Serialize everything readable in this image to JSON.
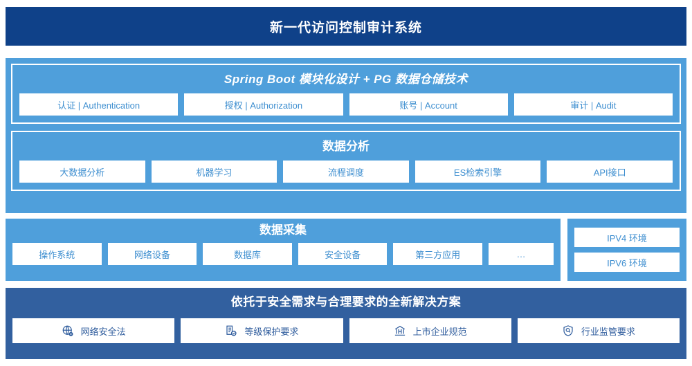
{
  "header": {
    "title": "新一代访问控制审计系统",
    "background": "#0f4189"
  },
  "colors": {
    "panel_blue": "#4f9fdb",
    "solution_blue": "#32609f",
    "chip_text": "#3f8fd0",
    "solution_chip_text": "#2d5b9c",
    "chip_background": "#ffffff"
  },
  "application_layer": {
    "groups": [
      {
        "title": "Spring Boot 模块化设计 + PG 数据仓储技术",
        "style": "bold-italic",
        "items": [
          {
            "label": "认证 | Authentication"
          },
          {
            "label": "授权 | Authorization"
          },
          {
            "label": "账号 | Account"
          },
          {
            "label": "审计 | Audit"
          }
        ]
      },
      {
        "title": "数据分析",
        "style": "bold",
        "items": [
          {
            "label": "大数据分析"
          },
          {
            "label": "机器学习"
          },
          {
            "label": "流程调度"
          },
          {
            "label": "ES检索引擎"
          },
          {
            "label": "API接口"
          }
        ]
      }
    ]
  },
  "collection_layer": {
    "title": "数据采集",
    "items": [
      {
        "label": "操作系统"
      },
      {
        "label": "网络设备"
      },
      {
        "label": "数据库"
      },
      {
        "label": "安全设备"
      },
      {
        "label": "第三方应用"
      },
      {
        "label": "…"
      }
    ]
  },
  "environment_panel": {
    "items": [
      {
        "label": "IPV4 环境"
      },
      {
        "label": "IPV6 环境"
      }
    ]
  },
  "solution_layer": {
    "title": "依托于安全需求与合理要求的全新解决方案",
    "items": [
      {
        "label": "网络安全法",
        "icon": "globe-icon"
      },
      {
        "label": "等级保护要求",
        "icon": "document-check-icon"
      },
      {
        "label": "上市企业规范",
        "icon": "bank-icon"
      },
      {
        "label": "行业监管要求",
        "icon": "shield-search-icon"
      }
    ]
  }
}
